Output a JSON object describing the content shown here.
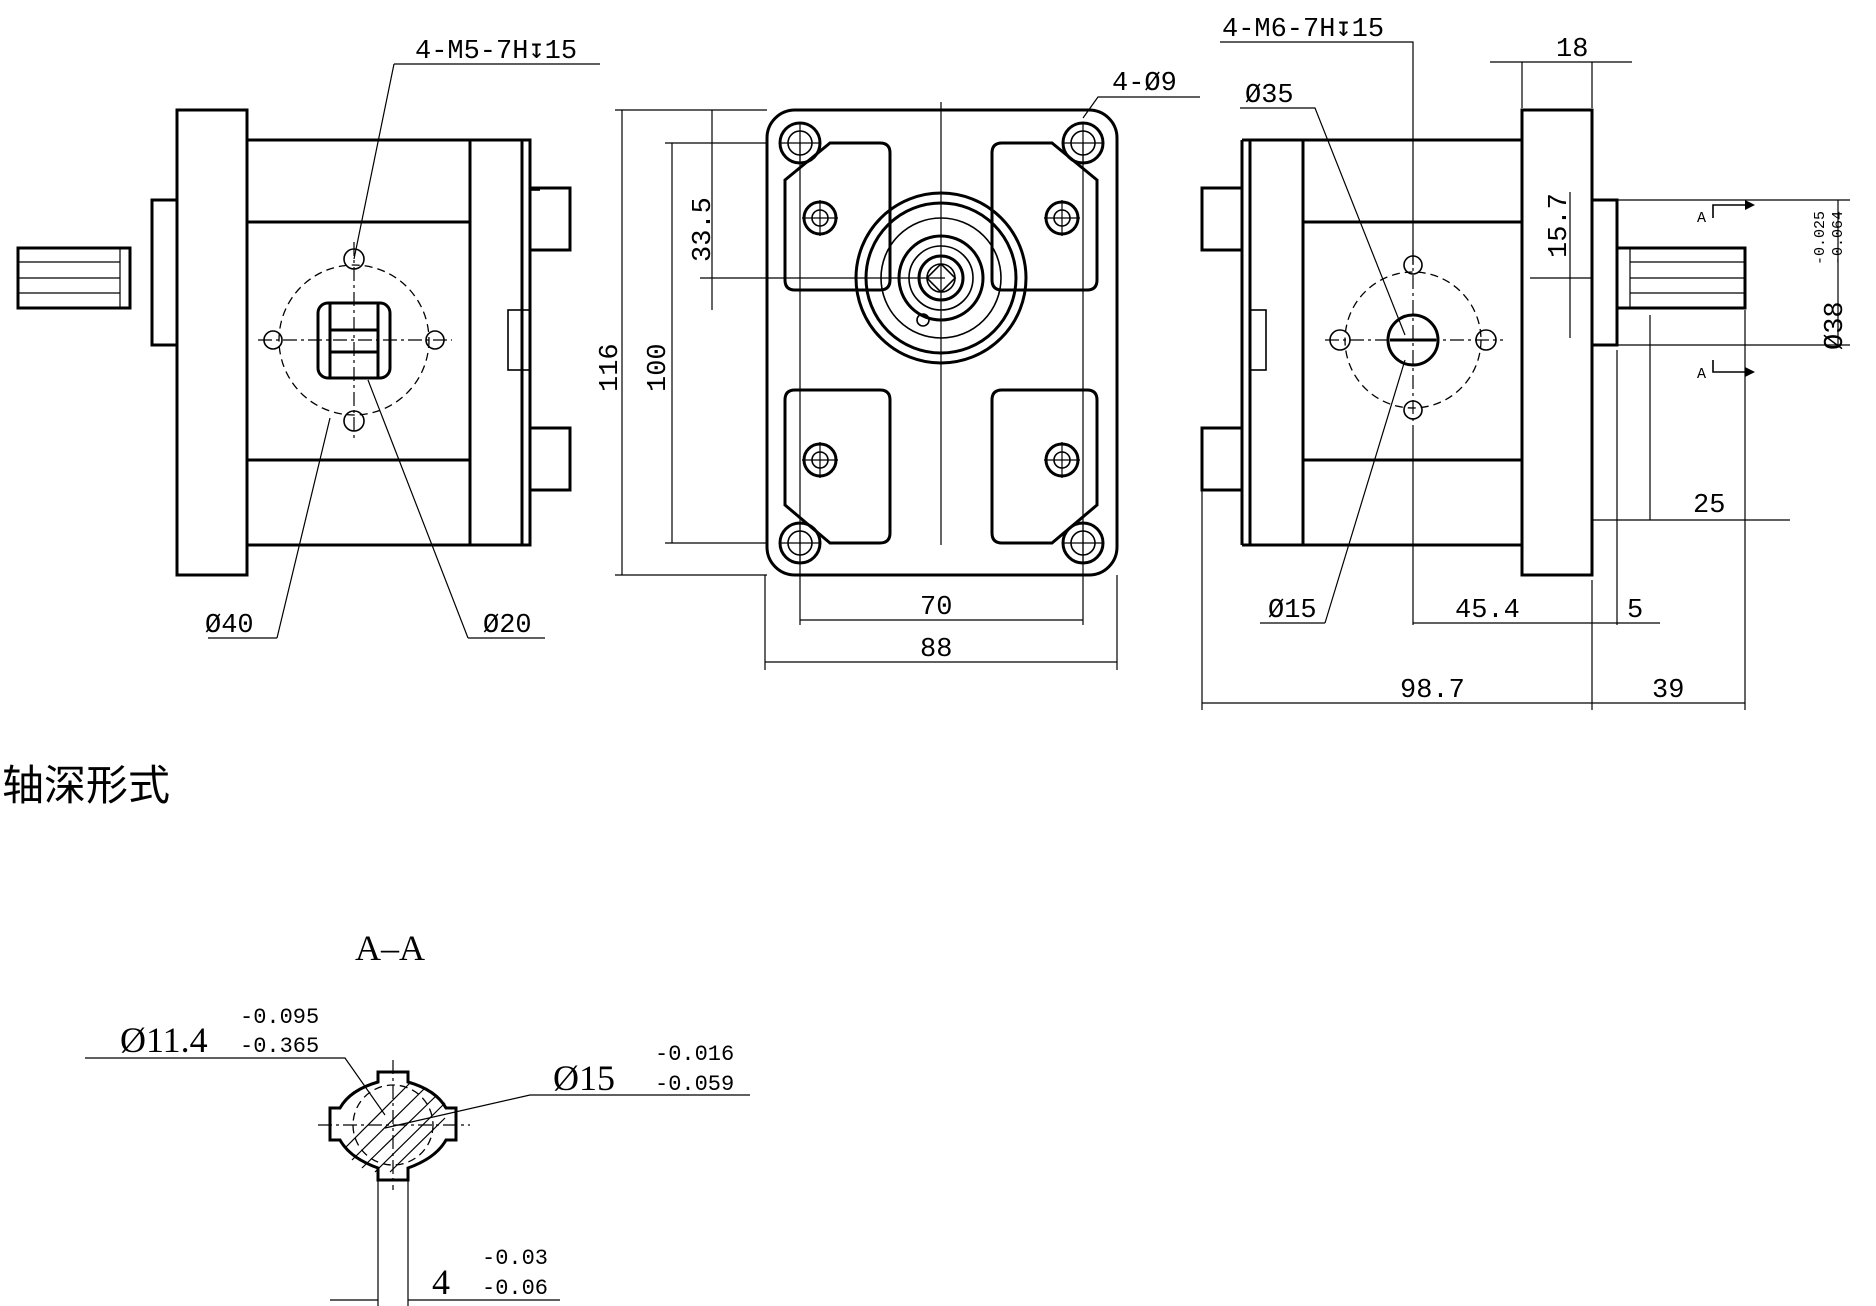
{
  "labels": {
    "front_thread": "4-M5-7H↧15",
    "front_d40": "Ø40",
    "front_d20": "Ø20",
    "flange_holes": "4-Ø9",
    "dim_33_5": "33.5",
    "dim_116": "116",
    "dim_100": "100",
    "dim_70": "70",
    "dim_88": "88",
    "rear_thread": "4-M6-7H↧15",
    "dim_18": "18",
    "rear_d35": "Ø35",
    "dim_15_7": "15.7",
    "shaft_tol_upper": "-0.025",
    "shaft_tol_lower": "-0.064",
    "shaft_d38": "Ø38",
    "section_mark_top": "A",
    "section_mark_bottom": "A",
    "dim_25": "25",
    "rear_d15": "Ø15",
    "dim_45_4": "45.4",
    "dim_5": "5",
    "dim_98_7": "98.7",
    "dim_39": "39"
  },
  "shaft_title": "轴深形式",
  "section": {
    "title": "A–A",
    "minor_dia": "Ø11.4",
    "minor_tol_upper": "-0.095",
    "minor_tol_lower": "-0.365",
    "major_dia": "Ø15",
    "major_tol_upper": "-0.016",
    "major_tol_lower": "-0.059",
    "key_width": "4",
    "key_tol_upper": "-0.03",
    "key_tol_lower": "-0.06"
  }
}
